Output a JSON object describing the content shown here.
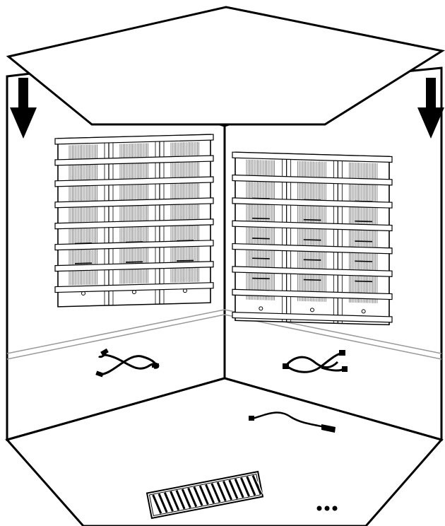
{
  "diagram": {
    "subject": "corner-sauna-assembly",
    "parts": [
      {
        "name": "roof-panel",
        "count": 1
      },
      {
        "name": "wall-heater-panel",
        "count": 2
      },
      {
        "name": "heater-cable",
        "count": 3
      },
      {
        "name": "floor-heater",
        "count": 1
      },
      {
        "name": "small-hardware",
        "count": 3
      }
    ],
    "arrows": {
      "direction": "down",
      "count": 2
    },
    "heater_columns_per_panel": 3,
    "heater_slats_per_panel": 7,
    "floor_heater_rods": 18
  },
  "colors": {
    "line": "#000000",
    "background": "#ffffff",
    "baseboard_line": "#9a9a9a"
  }
}
